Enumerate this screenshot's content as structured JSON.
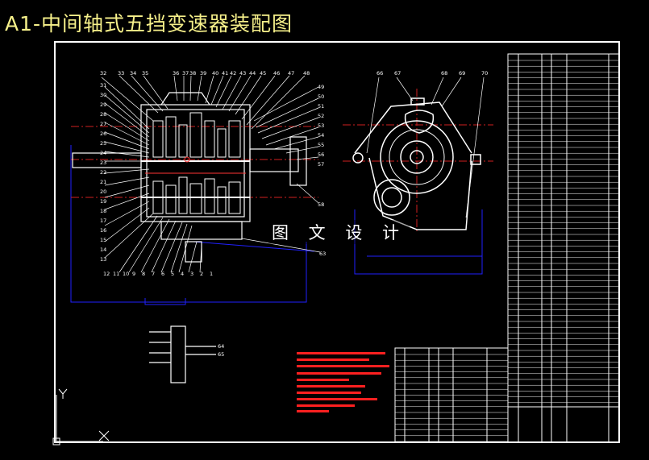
{
  "drawing": {
    "title": "A1-中间轴式五挡变速器装配图",
    "watermark": "图 文 设 计",
    "colors": {
      "background": "#000000",
      "frame": "#ffffff",
      "title": "#f6f08a",
      "dimension": "#2020ff",
      "centerline": "#d02020",
      "notes": "#ff2020"
    },
    "part_numbers_top_left": [
      "32",
      "33",
      "34",
      "35",
      "36",
      "37",
      "38",
      "39",
      "40",
      "41",
      "42",
      "43",
      "44",
      "45",
      "46",
      "47",
      "48"
    ],
    "part_numbers_top_right": [
      "66",
      "67",
      "68",
      "69",
      "70"
    ],
    "part_numbers_right_side": [
      "49",
      "50",
      "51",
      "52",
      "53",
      "54",
      "55",
      "56",
      "57"
    ],
    "part_numbers_left_side": [
      "31",
      "30",
      "29",
      "28",
      "27",
      "26",
      "25",
      "24",
      "23",
      "22",
      "21",
      "20",
      "19",
      "18",
      "17",
      "16",
      "15",
      "14",
      "13"
    ],
    "part_numbers_bottom": [
      "12",
      "11",
      "10",
      "9",
      "8",
      "7",
      "6",
      "5",
      "4",
      "3",
      "2",
      "1"
    ],
    "part_numbers_detail": [
      "64",
      "65"
    ],
    "callout_58": "58",
    "callout_63": "63"
  }
}
